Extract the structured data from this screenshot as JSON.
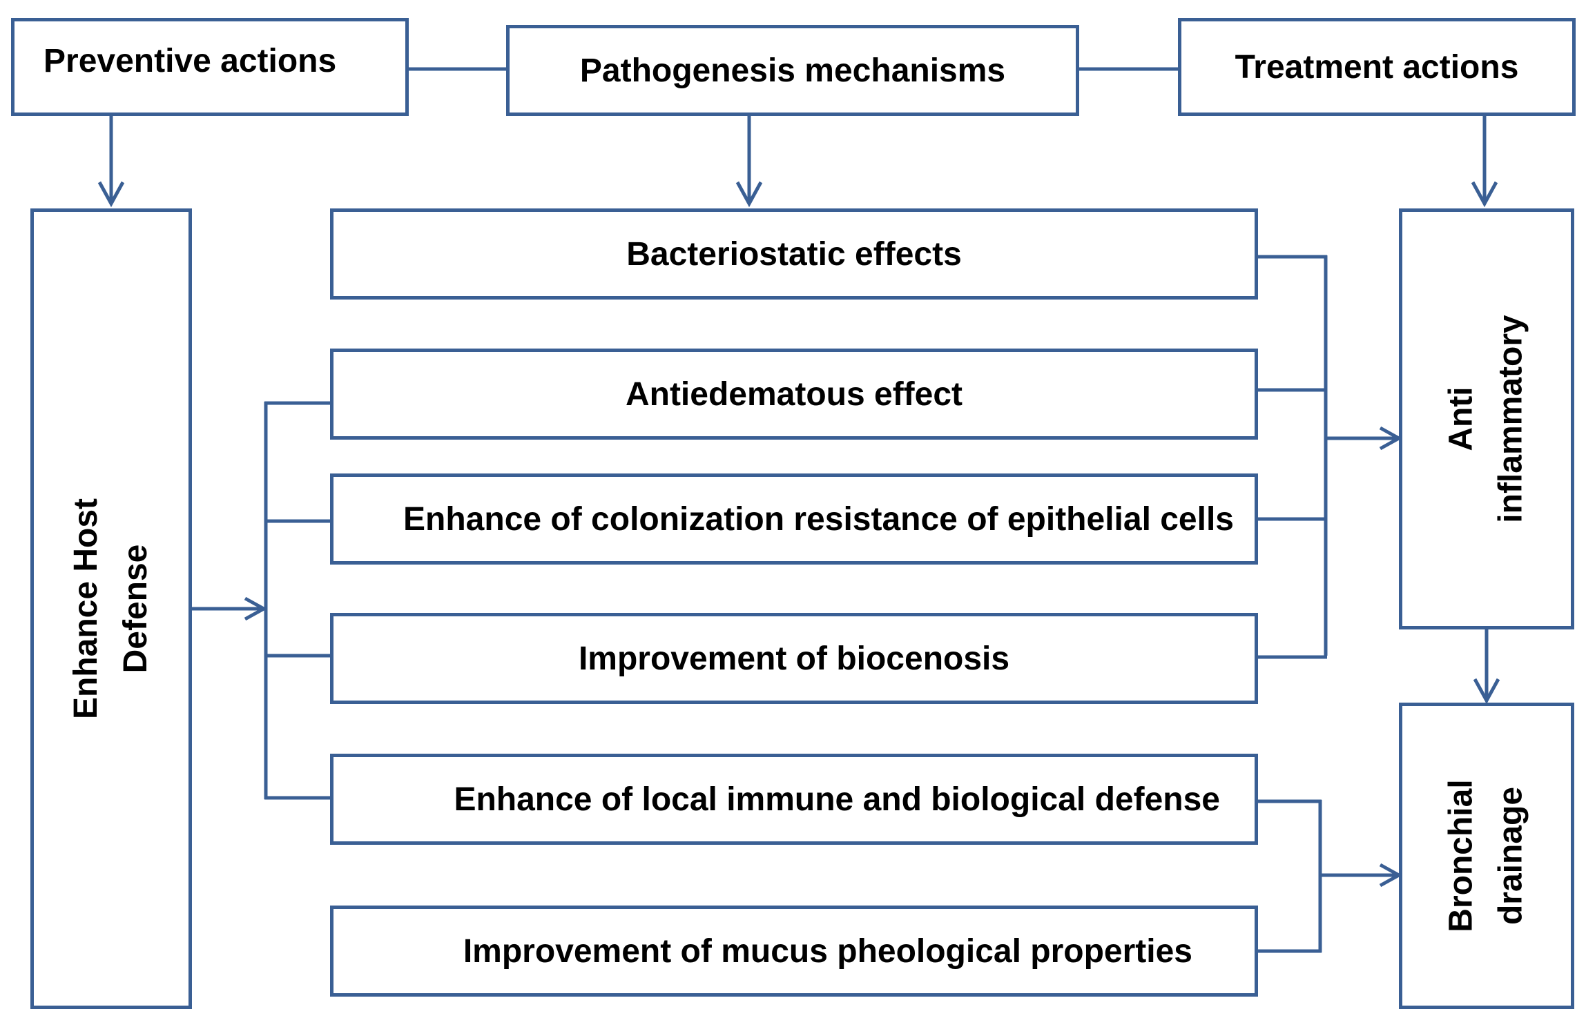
{
  "top": {
    "preventive": "Preventive actions",
    "pathogenesis": "Pathogenesis mechanisms",
    "treatment": "Treatment actions"
  },
  "left": {
    "line1": "Enhance Host",
    "line2": "Defense"
  },
  "mechanisms": [
    "Bacteriostatic effects",
    "Antiedematous effect",
    "Enhance of colonization resistance of epithelial cells",
    "Improvement of biocenosis",
    "Enhance of local immune and biological defense",
    "Improvement of mucus pheological properties"
  ],
  "right": {
    "anti_line1": "Anti",
    "anti_line2": "inflammatory",
    "drainage_line1": "Bronchial",
    "drainage_line2": "drainage"
  },
  "colors": {
    "border": "#3a5f94",
    "text": "#000000"
  }
}
